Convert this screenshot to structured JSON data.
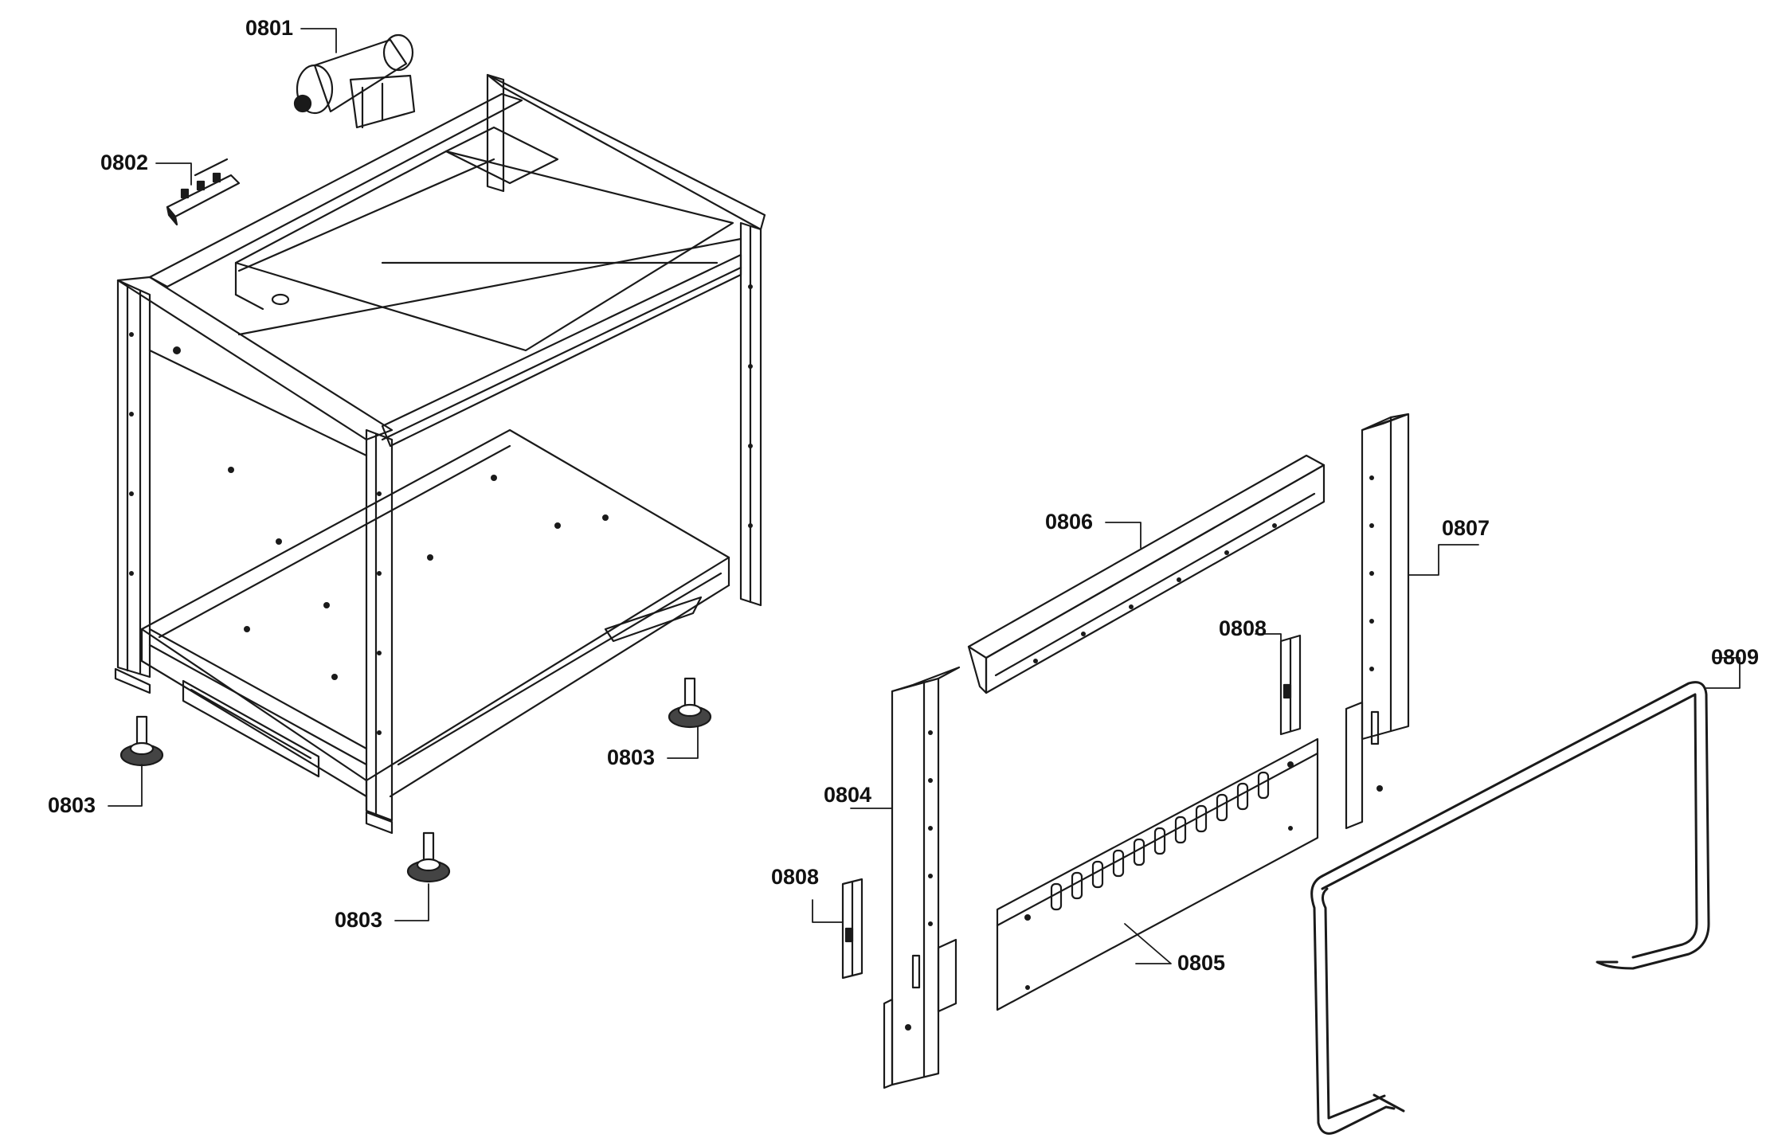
{
  "callouts": {
    "c0801": "0801",
    "c0802": "0802",
    "c0803a": "0803",
    "c0803b": "0803",
    "c0803c": "0803",
    "c0804": "0804",
    "c0805": "0805",
    "c0806": "0806",
    "c0807": "0807",
    "c0808a": "0808",
    "c0808b": "0808",
    "c0809": "0809"
  },
  "colors": {
    "line": "#1a1a1a",
    "paper": "#ffffff"
  }
}
